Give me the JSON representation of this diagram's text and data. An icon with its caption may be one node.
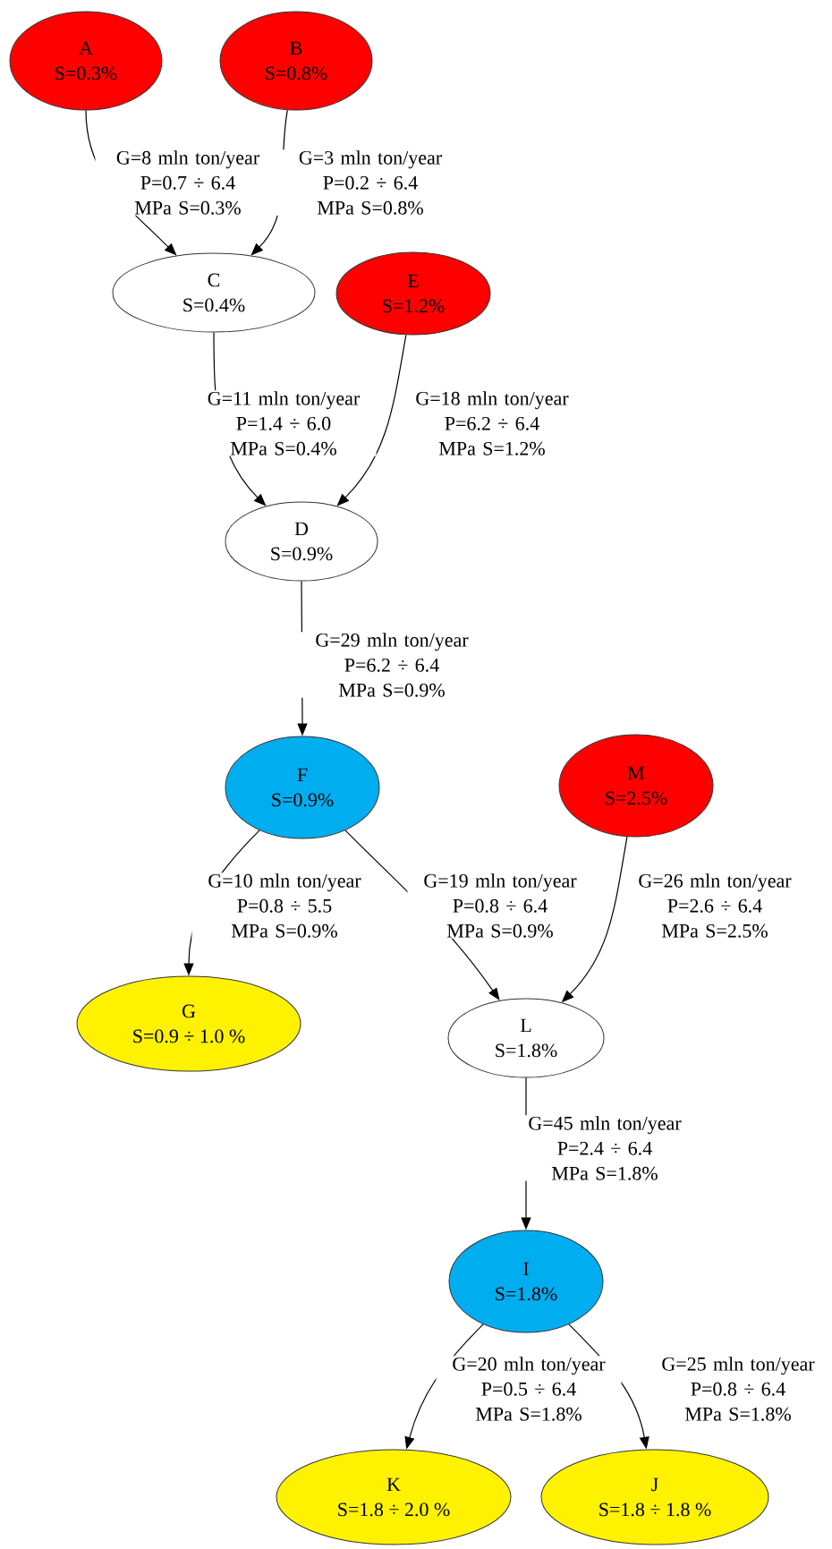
{
  "diagram": {
    "nodes": [
      {
        "text": [
          "A",
          "S=0.3%"
        ]
      },
      {
        "text": [
          "B",
          "S=0.8%"
        ]
      },
      {
        "text": [
          "C",
          "S=0.4%"
        ]
      },
      {
        "text": [
          "E",
          "S=1.2%"
        ]
      },
      {
        "text": [
          "D",
          "S=0.9%"
        ]
      },
      {
        "text": [
          "F",
          "S=0.9%"
        ]
      },
      {
        "text": [
          "M",
          "S=2.5%"
        ]
      },
      {
        "text": [
          "G",
          "S=0.9 ÷ 1.0 %"
        ]
      },
      {
        "text": [
          "L",
          "S=1.8%"
        ]
      },
      {
        "text": [
          "I",
          "S=1.8%"
        ]
      },
      {
        "text": [
          "K",
          "S=1.8 ÷ 2.0 %"
        ]
      },
      {
        "text": [
          "J",
          "S=1.8 ÷ 1.8 %"
        ]
      }
    ],
    "edges": [
      {
        "from": 0,
        "to": 2,
        "arrow": "to",
        "label": "G=8 mln ton/year P=0.7 ÷ 6.4 MPa S=0.3%"
      },
      {
        "from": 1,
        "to": 2,
        "arrow": "to",
        "label": "G=3 mln ton/year P=0.2 ÷ 6.4 MPa S=0.8%"
      },
      {
        "from": 2,
        "to": 4,
        "arrow": "to",
        "label": "G=11 mln ton/year P=1.4 ÷ 6.0 MPa S=0.4%"
      },
      {
        "from": 3,
        "to": 4,
        "arrow": "to",
        "label": "G=18 mln ton/year P=6.2 ÷ 6.4 MPa S=1.2%"
      },
      {
        "from": 4,
        "to": 5,
        "arrow": "to",
        "label": "G=29 mln ton/year P=6.2 ÷ 6.4 MPa S=0.9%"
      },
      {
        "from": 5,
        "to": 7,
        "arrow": "to",
        "label": "G=10 mln ton/year P=0.8 ÷ 5.5 MPa S=0.9%"
      },
      {
        "from": 5,
        "to": 8,
        "arrow": "to",
        "label": "G=19 mln ton/year P=0.8 ÷ 6.4 MPa S=0.9%"
      },
      {
        "from": 6,
        "to": 8,
        "arrow": "to",
        "label": "G=26 mln ton/year P=2.6 ÷ 6.4 MPa S=2.5%"
      },
      {
        "from": 8,
        "to": 9,
        "arrow": "to",
        "label": "G=45 mln ton/year P=2.4 ÷ 6.4 MPa S=1.8%"
      },
      {
        "from": 9,
        "to": 10,
        "arrow": "to",
        "label": "G=20 mln ton/year P=0.5 ÷ 6.4 MPa S=1.8%"
      },
      {
        "from": 9,
        "to": 11,
        "arrow": "to",
        "label": "G=25 mln ton/year P=0.8 ÷ 6.4 MPa S=1.8%"
      }
    ]
  }
}
